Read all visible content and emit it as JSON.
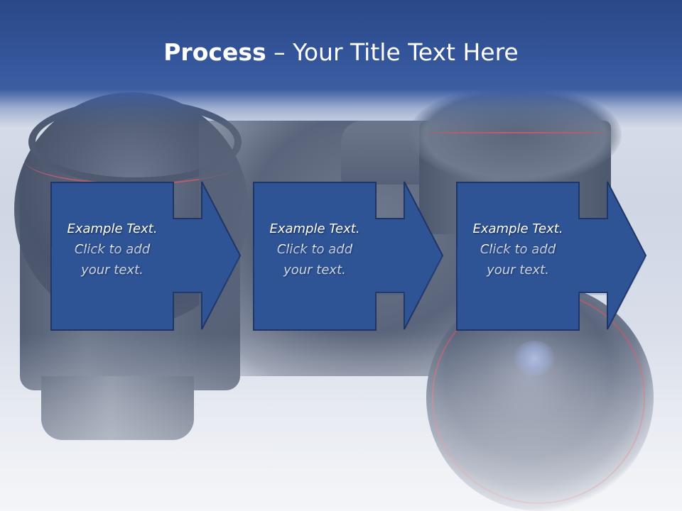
{
  "header": {
    "title_bold": "Process",
    "title_rest": " – Your Title Text Here"
  },
  "steps": [
    {
      "text": "Example Text.\nClick  to add\nyour text."
    },
    {
      "text": "Example Text.\nClick  to add\nyour text."
    },
    {
      "text": "Example Text.\nClick  to add\nyour text."
    }
  ],
  "colors": {
    "header_blue": "#2a4888",
    "box_fill": "#2f5496",
    "box_border": "#1f3566"
  }
}
